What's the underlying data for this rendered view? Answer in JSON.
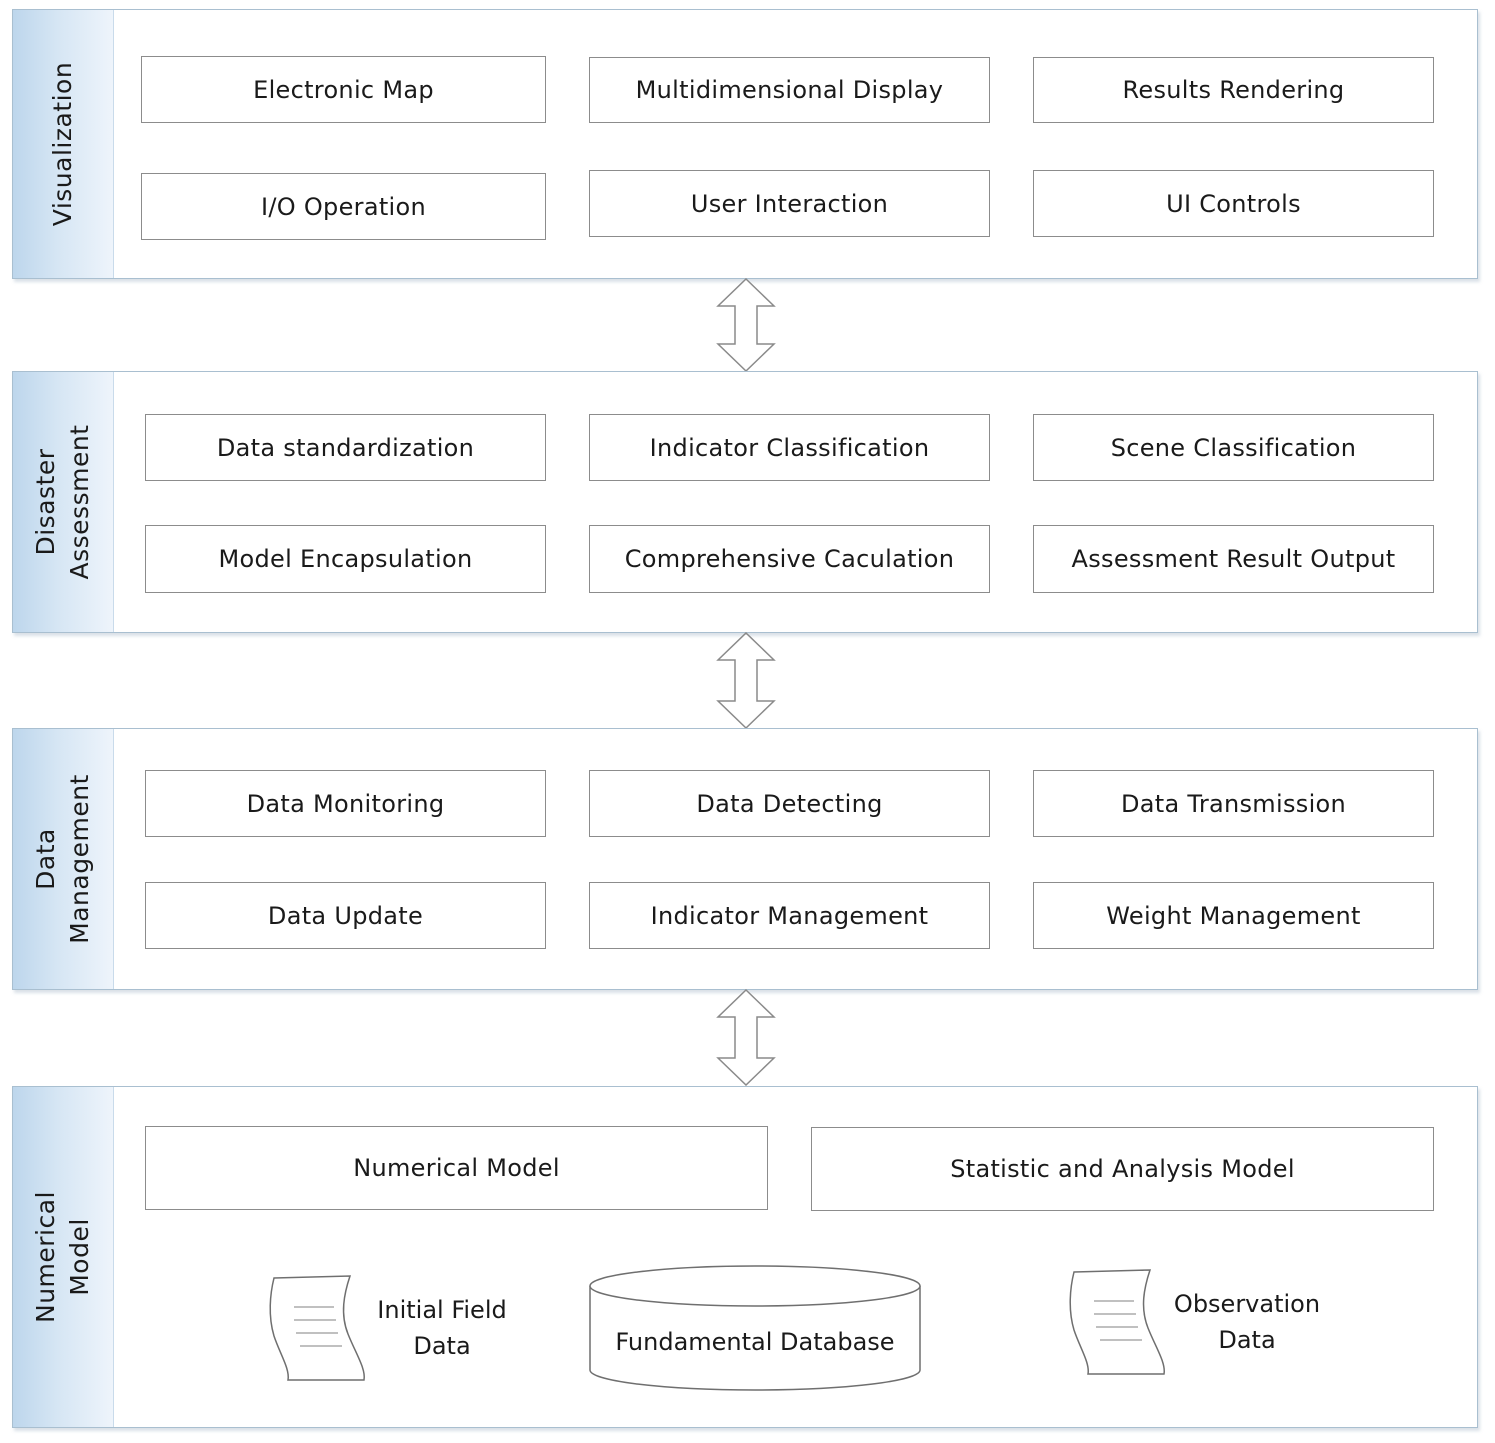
{
  "layers": {
    "visualization": {
      "label": "Visualization",
      "items": [
        "Electronic Map",
        "Multidimensional Display",
        "Results Rendering",
        "I/O Operation",
        "User Interaction",
        "UI Controls"
      ]
    },
    "disaster_assessment": {
      "label": "Disaster\nAssessment",
      "items": [
        "Data standardization",
        "Indicator Classification",
        "Scene Classification",
        "Model Encapsulation",
        "Comprehensive Caculation",
        "Assessment Result Output"
      ]
    },
    "data_management": {
      "label": "Data\nManagement",
      "items": [
        "Data Monitoring",
        "Data Detecting",
        "Data Transmission",
        "Data Update",
        "Indicator Management",
        "Weight Management"
      ]
    },
    "numerical_model": {
      "label": "Numerical\nModel",
      "models": [
        "Numerical Model",
        "Statistic and Analysis Model"
      ],
      "initial_field": "Initial Field\nData",
      "database": "Fundamental Database",
      "observation": "Observation\nData"
    }
  },
  "connector_icon": "double-headed-vertical-arrow",
  "document_icon": "scroll-document",
  "database_icon": "cylinder-database",
  "colors": {
    "label_band": "#cfe1f1",
    "layer_border": "#a9bfd0",
    "box_border": "#8c8c8c",
    "arrow_stroke": "#8a8a8a"
  }
}
